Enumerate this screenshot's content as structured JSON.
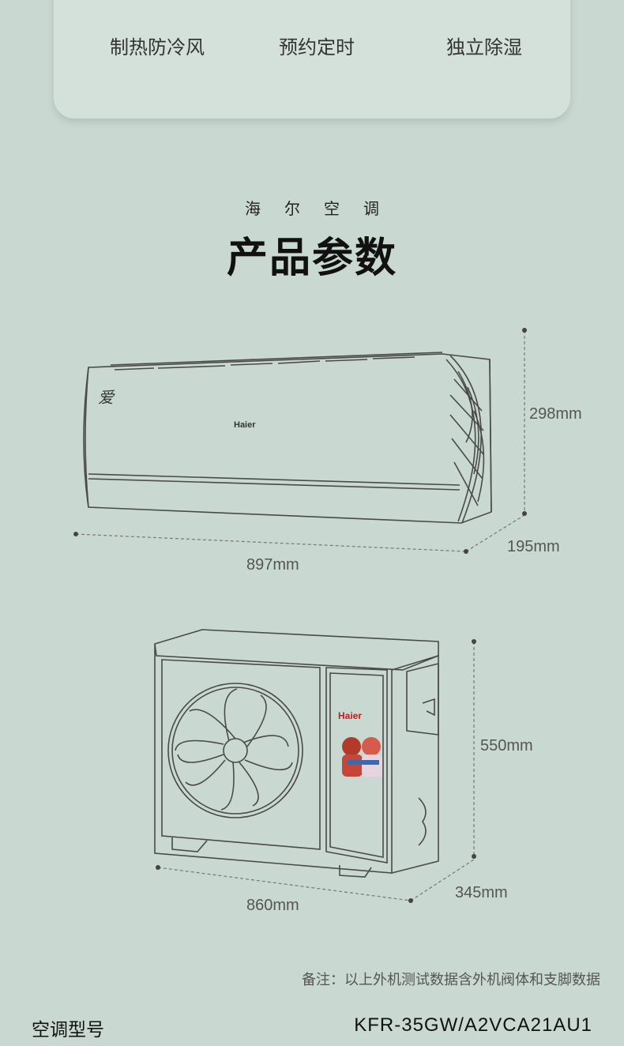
{
  "features": [
    {
      "label": "制热防冷风",
      "icon": "heating-icon"
    },
    {
      "label": "预约定时",
      "icon": "timer-icon"
    },
    {
      "label": "独立除湿",
      "icon": "dehumidify-icon"
    }
  ],
  "section": {
    "brand": "海尔空调",
    "title": "产品参数"
  },
  "indoor_unit": {
    "logo_text": "Haier",
    "badge_text": "爱",
    "height": "298mm",
    "width": "897mm",
    "depth": "195mm"
  },
  "outdoor_unit": {
    "logo_text": "Haier",
    "height": "550mm",
    "width": "860mm",
    "depth": "345mm"
  },
  "note": "备注：以上外机测试数据含外机阀体和支脚数据",
  "spec": {
    "label": "空调型号",
    "value": "KFR-35GW/A2VCA21AU1"
  },
  "colors": {
    "background": "#c9d9d1",
    "card": "#d4e1da",
    "line": "#4a4a4a"
  }
}
